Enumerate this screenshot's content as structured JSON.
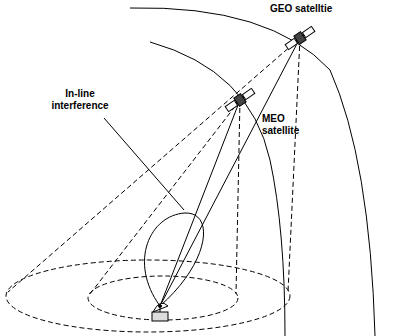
{
  "diagram": {
    "labels": [
      "GEO satelltie",
      "In-line interference",
      "MEO satellite"
    ]
  }
}
